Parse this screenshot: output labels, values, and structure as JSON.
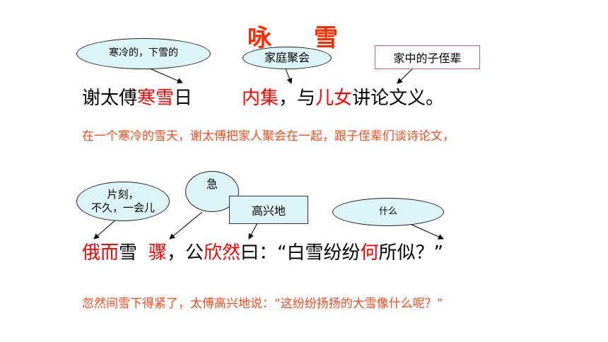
{
  "title": {
    "part1": "咏",
    "part2": "雪"
  },
  "annotations": {
    "hanleng": "寒冷的，下雪的",
    "jiating": "家庭聚会",
    "zizhi": "家中的子侄辈",
    "pianke_1": "片刻，",
    "pianke_2": "不久，一会儿",
    "ji": "急",
    "gaoxing": "高兴地",
    "shenme": "什么"
  },
  "line1": {
    "seg1": "谢太傅",
    "seg2": "寒雪",
    "seg3": "日",
    "seg4": "内集",
    "seg5": "，与",
    "seg6": "儿女",
    "seg7": "讲论文义。"
  },
  "translation1": "在一个寒冷的雪天，谢太傅把家人聚会在一起，跟子侄辈们谈诗论文，",
  "line2": {
    "seg1": "俄而",
    "seg2": "雪",
    "seg3": "骤",
    "seg4": "，公",
    "seg5": "欣然",
    "seg6": "曰：“白雪纷纷",
    "seg7": "何",
    "seg8": "所似？”"
  },
  "translation2": "忽然间雪下得紧了，太傅高兴地说：“这纷纷扬扬的大雪像什么呢？”",
  "colors": {
    "title": "#ff2a00",
    "keyword": "#ff0000",
    "translation": "#ff4a1a",
    "bubble_fill": "#dcf3f7"
  }
}
